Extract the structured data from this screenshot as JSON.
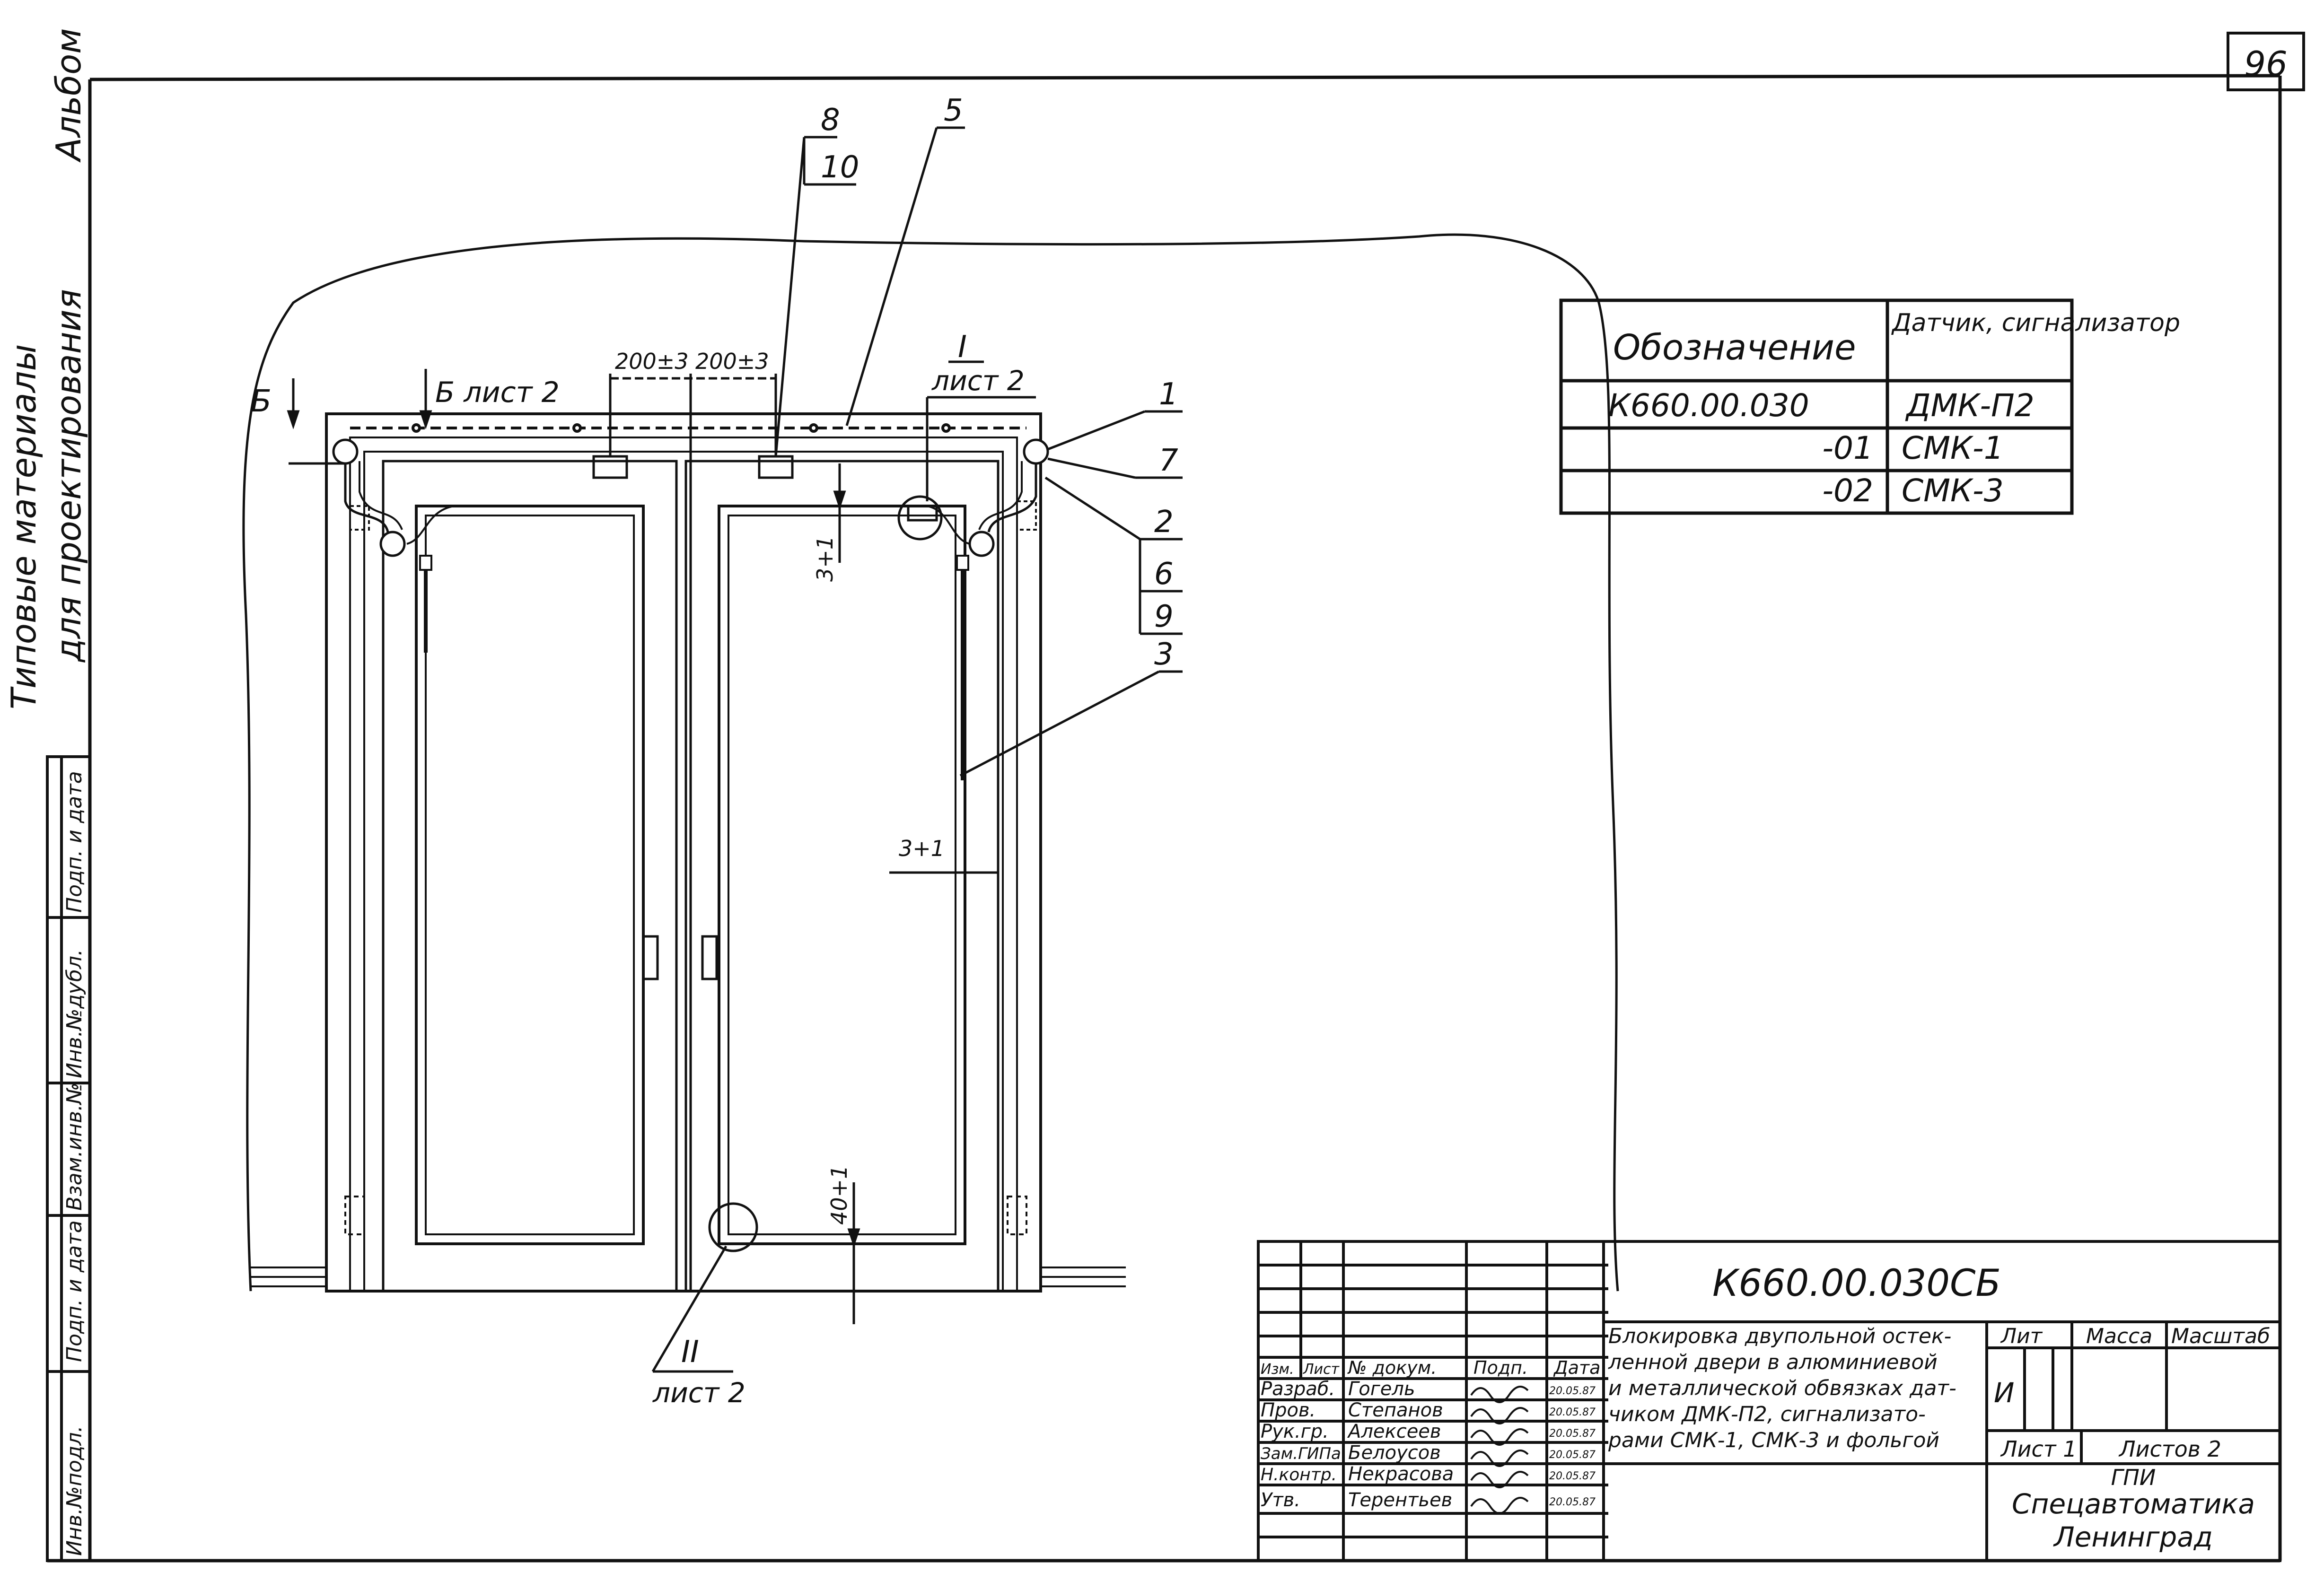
{
  "page_number": "96",
  "side_text": {
    "line1": "Типовые материалы",
    "line2": "для проектирования",
    "album": "Альбом"
  },
  "side_stamp": [
    "Инв.№подл.",
    "Подп. и дата",
    "Взам.инв.№",
    "Инв.№дубл.",
    "Подп. и дата"
  ],
  "drawing": {
    "callouts": {
      "n1": "1",
      "n2": "2",
      "n3": "3",
      "n5": "5",
      "n6": "6",
      "n7": "7",
      "n8": "8",
      "n9": "9",
      "n10": "10"
    },
    "section_b": "Б",
    "section_b_ref": "Б лист 2",
    "view_i": "I",
    "view_i_ref": "лист 2",
    "view_ii": "II",
    "view_ii_ref": "лист 2",
    "dims": {
      "d200a": "200±3",
      "d200b": "200±3",
      "d3a": "3+1",
      "d3b": "3+1",
      "d40": "40+1"
    }
  },
  "spec_table": {
    "headers": [
      "Обозначение",
      "Датчик, сигнализатор"
    ],
    "rows": [
      [
        "К660.00.030",
        "ДМК-П2"
      ],
      [
        "-01",
        "СМК-1"
      ],
      [
        "-02",
        "СМК-3"
      ]
    ]
  },
  "title_block": {
    "doc_code": "К660.00.030СБ",
    "description": [
      "Блокировка двупольной остек-",
      "ленной двери в алюминиевой",
      "и металлической обвязках дат-",
      "чиком ДМК-П2, сигнализато-",
      "рами СМК-1, СМК-3 и фольгой"
    ],
    "headers": [
      "Изм.",
      "Лист",
      "№ докум.",
      "Подп.",
      "Дата"
    ],
    "roles": [
      {
        "role": "Разраб.",
        "name": "Гогель",
        "date": "20.05.87"
      },
      {
        "role": "Пров.",
        "name": "Степанов",
        "date": "20.05.87"
      },
      {
        "role": "Рук.гр.",
        "name": "Алексеев",
        "date": "20.05.87"
      },
      {
        "role": "Зам.ГИПа",
        "name": "Белоусов",
        "date": "20.05.87"
      },
      {
        "role": "Н.контр.",
        "name": "Некрасова",
        "date": "20.05.87"
      },
      {
        "role": "Утв.",
        "name": "Терентьев",
        "date": "20.05.87"
      }
    ],
    "lit_label": "Лит",
    "mass_label": "Масса",
    "scale_label": "Масштаб",
    "lit_value": "И",
    "sheet_label": "Лист 1",
    "sheets_label": "Листов 2",
    "org_line1": "ГПИ",
    "org_line2": "Спецавтоматика",
    "org_line3": "Ленинград"
  }
}
